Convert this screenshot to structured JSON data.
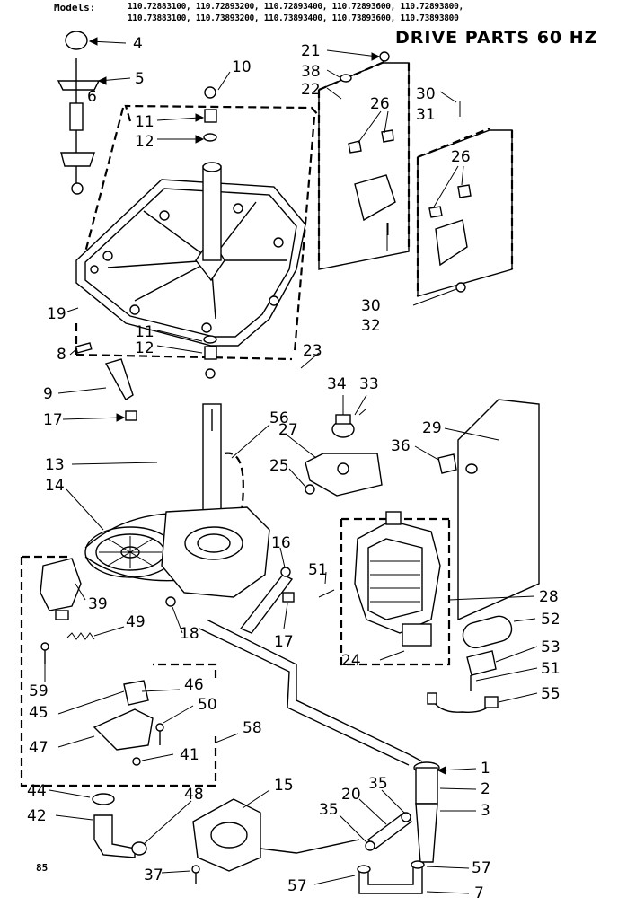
{
  "header": {
    "models_label": "Models:",
    "models_line1": "110.72883100, 110.72893200, 110.72893400, 110.72893600, 110.72893800,",
    "models_line2": "110.73883100, 110.73893200, 110.73893400, 110.73893600, 110.73893800",
    "title": "DRIVE PARTS 60 HZ",
    "page_number": "85"
  },
  "callouts": [
    "4",
    "5",
    "6",
    "10",
    "11",
    "12",
    "19",
    "8",
    "9",
    "17",
    "11",
    "12",
    "23",
    "21",
    "38",
    "22",
    "26",
    "30",
    "31",
    "26",
    "30",
    "32",
    "34",
    "33",
    "27",
    "25",
    "29",
    "36",
    "13",
    "14",
    "56",
    "16",
    "51",
    "17",
    "18",
    "39",
    "49",
    "59",
    "45",
    "46",
    "50",
    "47",
    "41",
    "58",
    "28",
    "52",
    "24",
    "53",
    "51",
    "55",
    "44",
    "42",
    "48",
    "37",
    "15",
    "1",
    "2",
    "3",
    "20",
    "35",
    "35",
    "57",
    "57",
    "7"
  ]
}
